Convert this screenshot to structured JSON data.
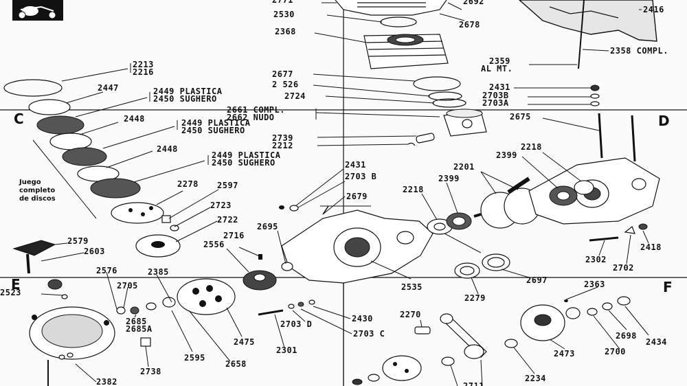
{
  "sections": {
    "c": "C",
    "d": "D",
    "e": "E",
    "f": "F"
  },
  "note_discs": [
    "Juego",
    "completo",
    "de discos"
  ],
  "parts": {
    "p2213": "2213",
    "p2216": "2216",
    "p2447": "2447",
    "p2449a": "2449 PLASTICA",
    "p2450a": "2450 SUGHERO",
    "p2448a": "2448",
    "p2449b": "2449 PLASTICA",
    "p2450b": "2450 SUGHERO",
    "p2448b": "2448",
    "p2449c": "2449 PLASTICA",
    "p2450c": "2450 SUGHERO",
    "p2278": "2278",
    "p2597": "2597",
    "p2723": "2723",
    "p2722": "2722",
    "p2579": "2579",
    "p2603": "2603",
    "p2523": "2523",
    "p2576": "2576",
    "p2385": "2385",
    "p2705": "2705",
    "p2685": "2685",
    "p2685a": "2685A",
    "p2738": "2738",
    "p2382": "2382",
    "p2595": "2595",
    "p2658": "2658",
    "p2475": "2475",
    "p2301": "2301",
    "p2703d": "2703 D",
    "p2703c": "2703 C",
    "p2430": "2430",
    "p2270": "2270",
    "p2716": "2716",
    "p2695": "2695",
    "p2556": "2556",
    "p2535": "2535",
    "p2279": "2279",
    "p2697": "2697",
    "p2431a": "2431",
    "p2703b_a": "2703 B",
    "p2679": "2679",
    "p2218a": "2218",
    "p2399a": "2399",
    "p2201": "2201",
    "p2399b": "2399",
    "p2218b": "2218",
    "p2675": "2675",
    "p2739": "2739",
    "p2212": "2212",
    "p2661": "2661 COMPL.",
    "p2662": "2662 NUDO",
    "p2677": "2677",
    "p2526": "2 526",
    "p2724": "2724",
    "p2530": "2530",
    "p2368": "2368",
    "p2771": "2771",
    "p2692": "2692",
    "p2678": "2678",
    "p2416": "2416",
    "p2358": "2358 COMPL.",
    "p2359": "2359",
    "p2359b": "AL MT.",
    "p2431b": "2431",
    "p2703b_b": "2703B",
    "p2703a": "2703A",
    "p2302": "2302",
    "p2702": "2702",
    "p2418": "2418",
    "p2363": "2363",
    "p2698": "2698",
    "p2434": "2434",
    "p2700": "2700",
    "p2473": "2473",
    "p2234": "2234",
    "p2711": "2711"
  }
}
